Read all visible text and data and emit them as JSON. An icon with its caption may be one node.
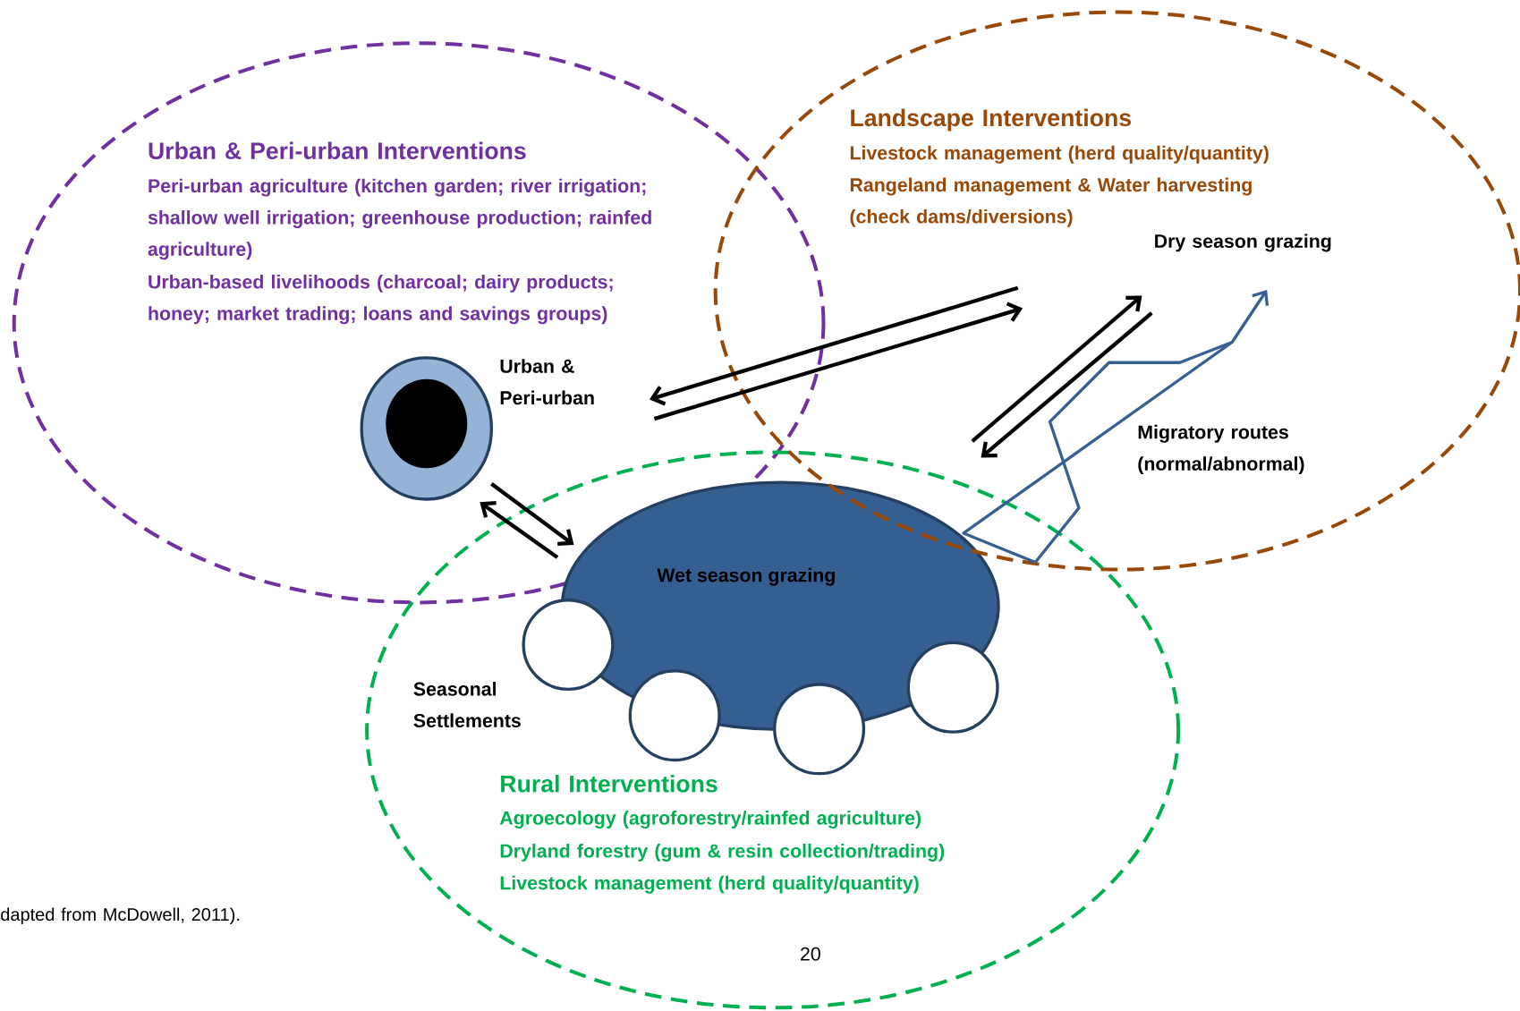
{
  "diagram": {
    "nodes": [
      {
        "text": [
          "Urban & Peri-urban Interventions",
          "Peri-urban agriculture (kitchen garden; river irrigation; shallow well irrigation; greenhouse production; rainfed agriculture)",
          "Urban-based livelihoods (charcoal; dairy products; honey; market trading; loans and savings groups)"
        ]
      },
      {
        "text": [
          "Landscape Interventions",
          "Livestock management (herd quality/quantity)",
          "Rangeland management & Water harvesting (check dams/diversions)"
        ]
      },
      {
        "text": [
          "Rural Interventions",
          "Agroecology (agroforestry/rainfed agriculture)",
          "Dryland forestry (gum & resin collection/trading)",
          "Livestock management (herd quality/quantity)"
        ]
      },
      {
        "text": [
          "Urban & Peri-urban"
        ],
        "in": 0
      },
      {
        "text": [
          "Wet season grazing"
        ],
        "in": 2
      },
      {
        "text": [
          "Dry season grazing"
        ],
        "in": 1
      },
      {
        "text": [],
        "shape": "circle",
        "in": 2
      },
      {
        "text": [],
        "shape": "circle",
        "in": 2
      },
      {
        "text": [],
        "shape": "circle",
        "in": 2
      },
      {
        "text": [],
        "shape": "circle",
        "in": 2
      }
    ],
    "edges": [
      {
        "from": 3,
        "to": null,
        "arrow": "to"
      },
      {
        "from": null,
        "to": 3,
        "arrow": "to"
      },
      {
        "from": 4,
        "to": 5,
        "arrow": "to"
      },
      {
        "from": 5,
        "to": 4,
        "arrow": "to"
      },
      {
        "from": 3,
        "to": 4,
        "arrow": "to"
      },
      {
        "from": 4,
        "to": 3,
        "arrow": "to"
      },
      {
        "from": 4,
        "to": 5,
        "arrow": "to",
        "color": "#376092"
      }
    ],
    "labels": [
      "Seasonal Settlements",
      "Migratory routes (normal/abnormal)",
      "dapted from McDowell, 2011).",
      "20"
    ]
  }
}
